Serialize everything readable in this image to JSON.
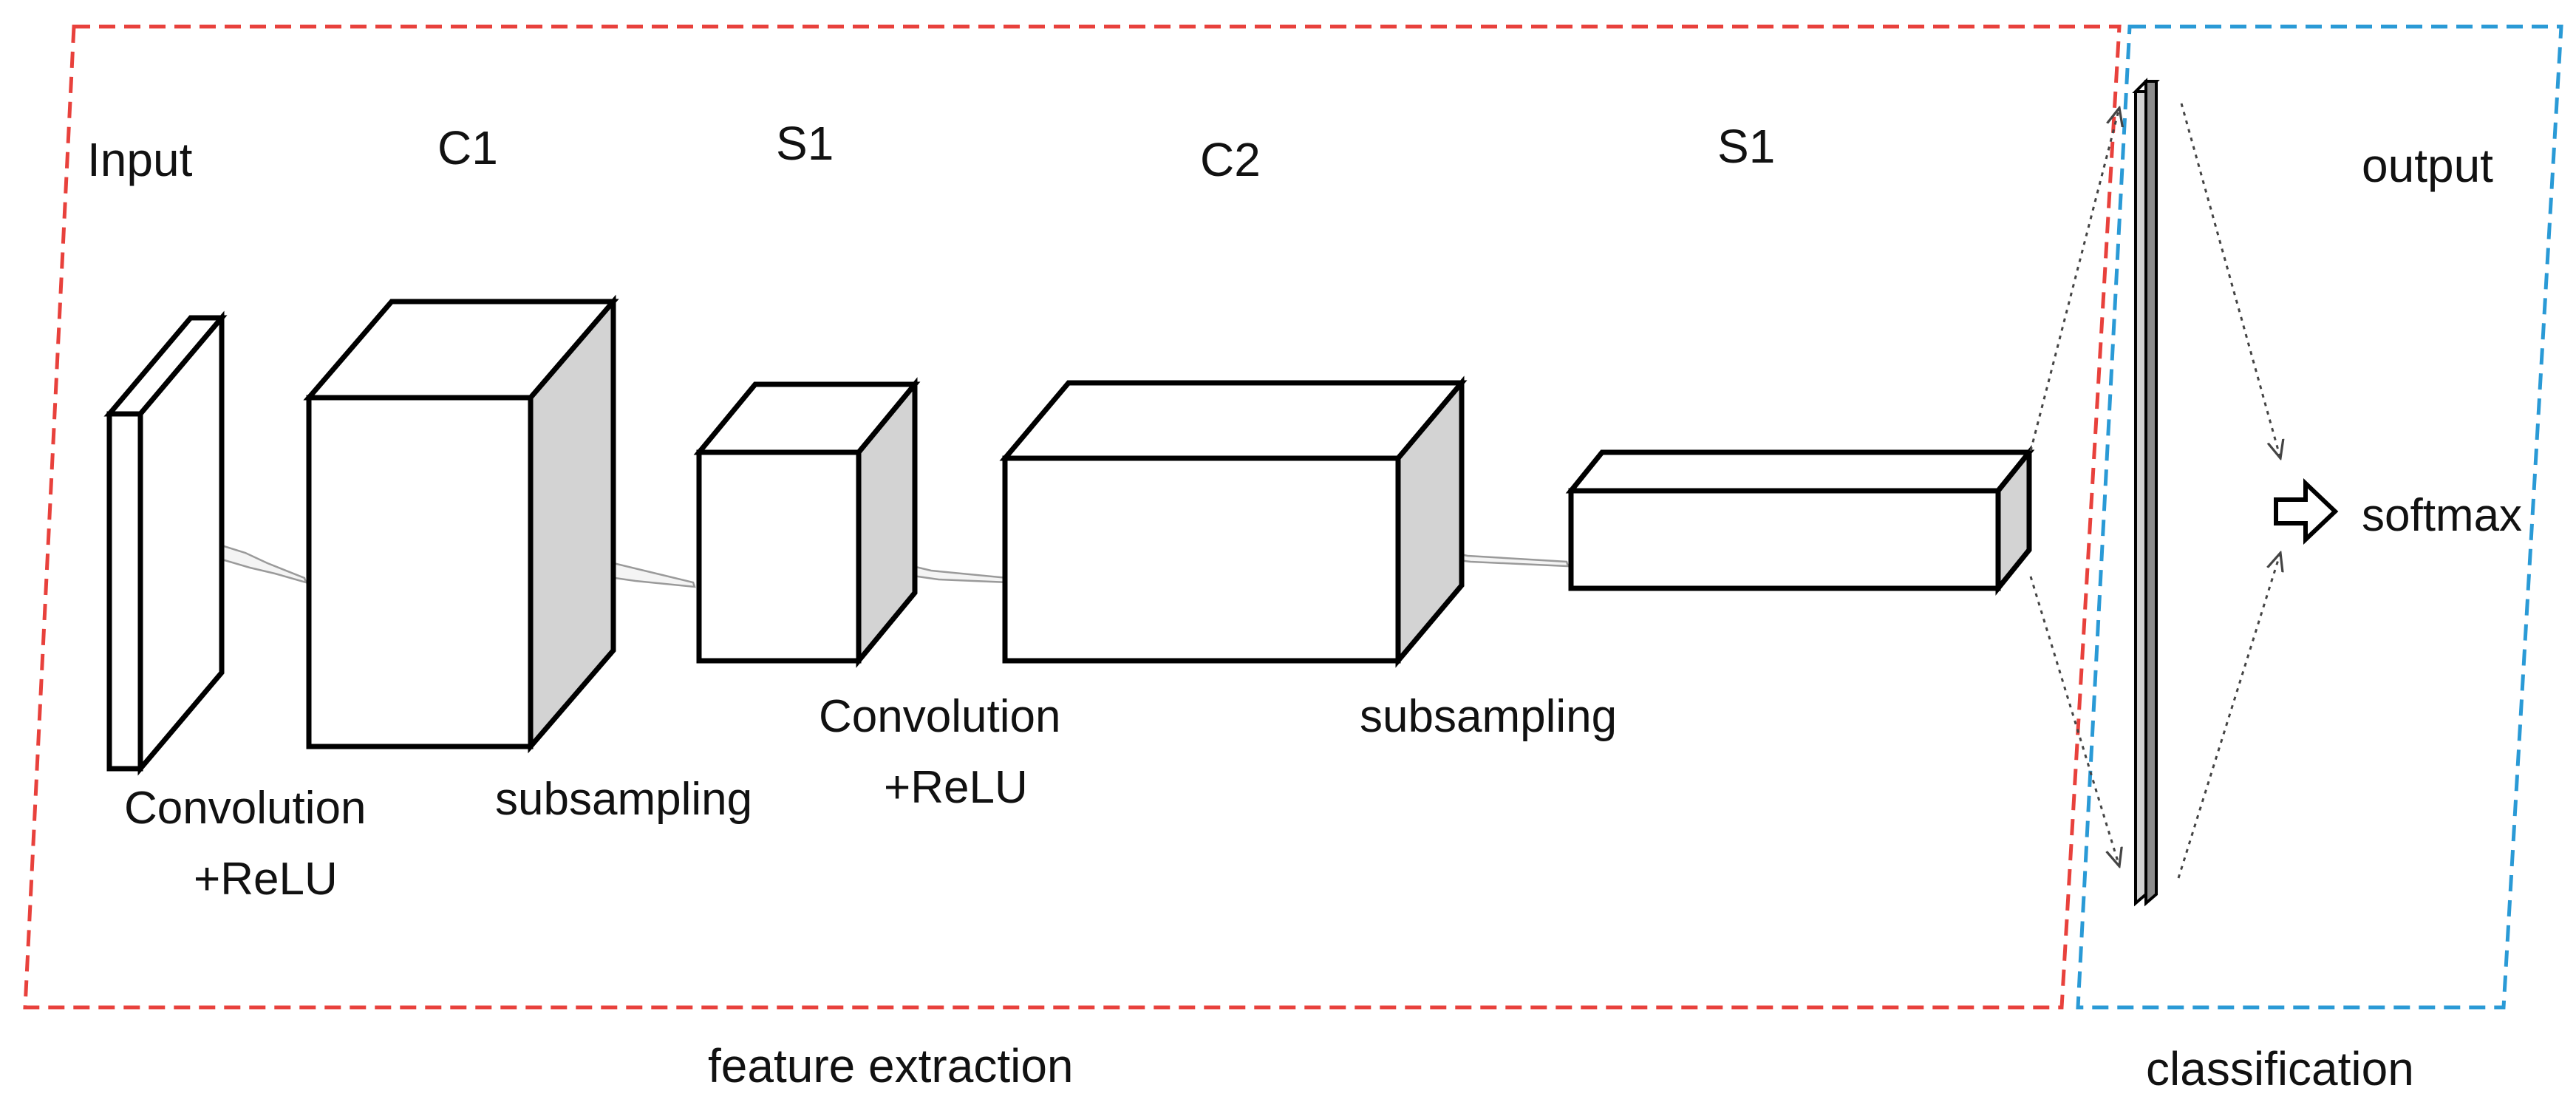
{
  "labels": {
    "input": "Input",
    "c1": "C1",
    "s1_first": "S1",
    "c2": "C2",
    "s1_second": "S1",
    "output": "output",
    "conv1_line1": "Convolution",
    "conv1_line2": "+ReLU",
    "subsampling1": "subsampling",
    "conv2_line1": "Convolution",
    "conv2_line2": "+ReLU",
    "subsampling2": "subsampling",
    "softmax": "softmax",
    "feature_extraction": "feature extraction",
    "classification": "classification"
  },
  "colors": {
    "feature_frame": "#e8413c",
    "classification_frame": "#2a9ad6",
    "box_side": "#d3d3d3",
    "box_edge": "#000000"
  },
  "icons": {
    "softmax_arrow": "hollow-right-arrow-icon"
  }
}
